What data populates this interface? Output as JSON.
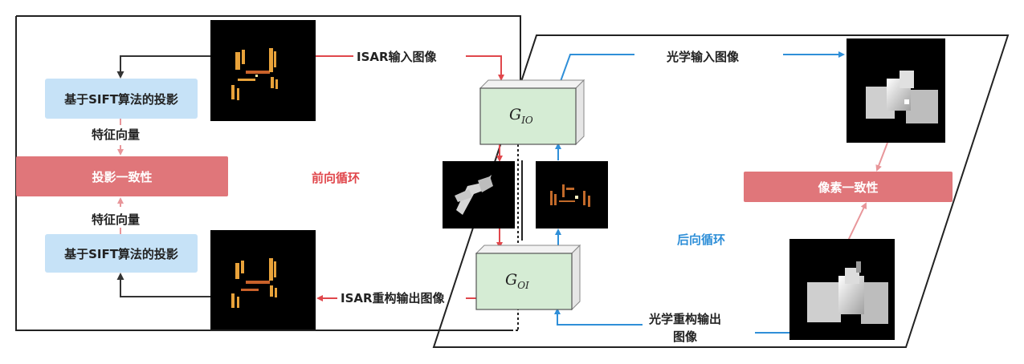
{
  "left_panel": {
    "projection_top": "基于SIFT算法的投影",
    "projection_bottom": "基于SIFT算法的投影",
    "feature_top": "特征向量",
    "feature_bottom": "特征向量",
    "consistency": "投影一致性",
    "cycle_label": "前向循环"
  },
  "right_panel": {
    "consistency": "像素一致性",
    "cycle_label": "后向循环"
  },
  "arrows": {
    "isar_input": "ISAR输入图像",
    "isar_output": "ISAR重构输出图像",
    "optical_input": "光学输入图像",
    "optical_output_line1": "光学重构输出",
    "optical_output_line2": "图像"
  },
  "generators": {
    "g_io_main": "G",
    "g_io_sub": "IO",
    "g_oi_main": "G",
    "g_oi_sub": "OI"
  },
  "colors": {
    "forward": "#e0474c",
    "backward": "#2f8fd8",
    "generator_fill": "#d5ecd4",
    "projection_fill": "#c6e2f7",
    "consistency_fill": "#e0767a"
  }
}
